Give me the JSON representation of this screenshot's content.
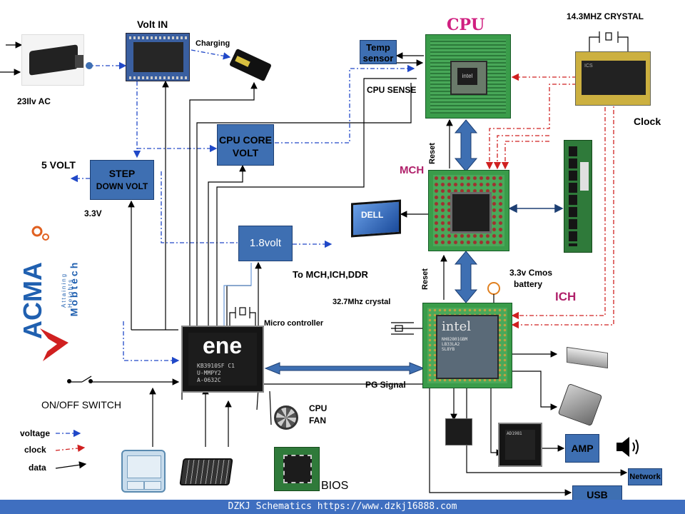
{
  "title": "",
  "components": {
    "volt_in": "Volt IN",
    "charging": "Charging",
    "ac": "23Ilv AC",
    "temp_sensor": "Temp sensor",
    "cpu": "CPU",
    "cpu_sense": "CPU SENSE",
    "crystal_14": "14.3MHZ CRYSTAL",
    "clock": "Clock",
    "five_volt": "5 VOLT",
    "step_down_1": "STEP",
    "step_down_2": "DOWN VOLT",
    "cpu_core_1": "CPU CORE",
    "cpu_core_2": "VOLT",
    "v33": "3.3V",
    "mch": "MCH",
    "reset_mch": "Reset",
    "reset_ich": "Reset",
    "v18": "1.8volt",
    "to_mch": "To MCH,ICH,DDR",
    "cmos_1": "3.3v Cmos",
    "cmos_2": "battery",
    "ich": "ICH",
    "crystal_32": "32.7Mhz crystal",
    "micro": "Micro controller",
    "ene_logo": "ene",
    "ene_chip_lines": [
      "KB3910SF C1",
      "U-MMPY2",
      "A-0632C"
    ],
    "intel_ich_lines": [
      "NH82801GBM",
      "LB33LA2",
      "SL8YB"
    ],
    "on_off": "ON/OFF SWITCH",
    "pg_signal": "PG Signal",
    "cpu_fan_1": "CPU",
    "cpu_fan_2": "FAN",
    "amp": "AMP",
    "network": "Network",
    "usb": "USB",
    "bios": "BIOS"
  },
  "legend": [
    {
      "label": "voltage",
      "color": "#2048c8",
      "style": "dash-dot"
    },
    {
      "label": "clock",
      "color": "#d02020",
      "style": "dash-dot"
    },
    {
      "label": "data",
      "color": "#000000",
      "style": "solid"
    }
  ],
  "logo": {
    "brand": "ACMA",
    "sub": "Mobtech",
    "tagline": "Attaining Heights"
  },
  "footer": "DZKJ Schematics https://www.dzkj16888.com"
}
